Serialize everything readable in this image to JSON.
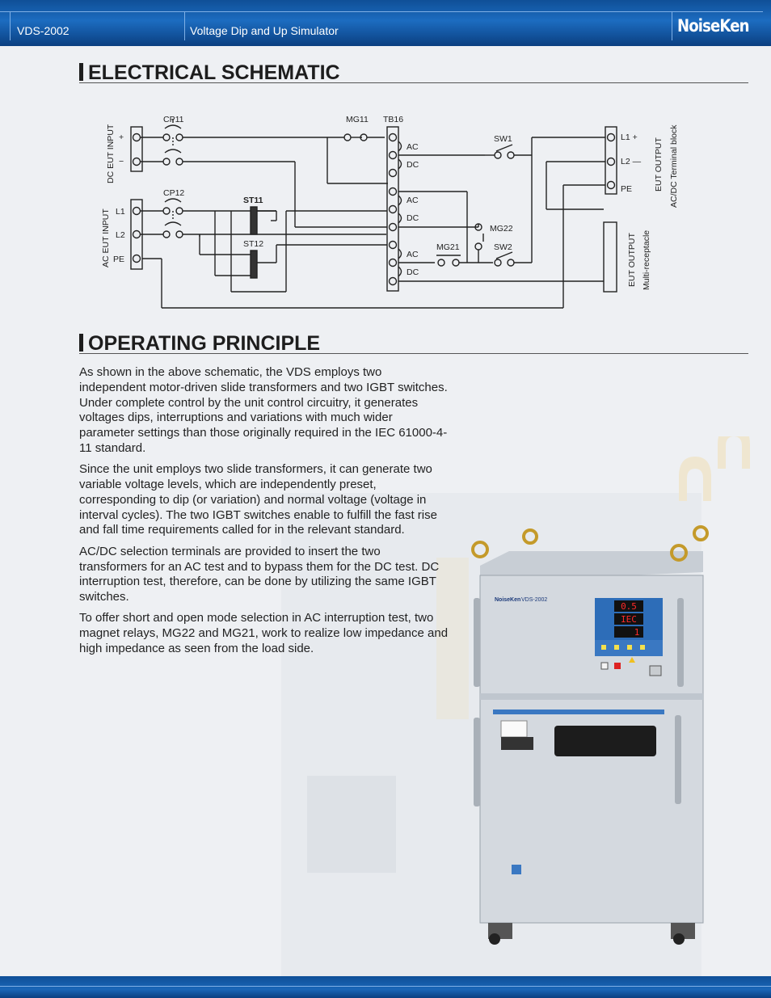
{
  "header": {
    "model": "VDS-2002",
    "product": "Voltage Dip and Up Simulator",
    "logo": "NoiseKen"
  },
  "sections": {
    "schematic_title": "ELECTRICAL SCHEMATIC",
    "principle_title": "OPERATING PRINCIPLE"
  },
  "schematic": {
    "dc_input": "DC EUT INPUT",
    "ac_input": "AC EUT INPUT",
    "plus": "+",
    "minus": "−",
    "l1": "L1",
    "l2": "L2",
    "pe": "PE",
    "cp11": "CP11",
    "cp12": "CP12",
    "mg11": "MG11",
    "tb16": "TB16",
    "st11": "ST11",
    "st12": "ST12",
    "sw1": "SW1",
    "sw2": "SW2",
    "mg21": "MG21",
    "mg22": "MG22",
    "ac": "AC",
    "dc": "DC",
    "out_l1": "L1 +",
    "out_l2": "L2 —",
    "out_pe": "PE",
    "eut_output": "EUT OUTPUT",
    "terminal_block": "AC/DC Terminal block",
    "multi_receptacle": "Multi-receptacle"
  },
  "paragraphs": [
    "As shown in the above schematic, the VDS employs two independent motor-driven slide transformers and two IGBT switches. Under complete control by the unit control circuitry, it generates voltages dips, interruptions and variations with much wider parameter settings than those originally required in the IEC 61000-4-11 standard.",
    "Since the unit employs two slide transformers, it can generate two variable voltage levels, which are independently preset, corresponding to dip (or variation) and normal voltage (voltage in interval cycles). The two IGBT switches enable to fulfill the fast rise and fall time requirements called for in the relevant standard.",
    "AC/DC selection terminals are provided to insert the two transformers for an AC test and to bypass them for the DC test. DC interruption test, therefore, can be done by utilizing the same IGBT switches.",
    "To offer short and open mode selection in AC interruption test, two magnet relays, MG22 and MG21, work to realize low impedance and high impedance as seen from the load side."
  ],
  "photo": {
    "device_brand": "NoiseKen",
    "device_model": "VDS-2002",
    "display_top": "0.5",
    "display_mid": "IEC",
    "display_bottom": "1"
  },
  "colors": {
    "header_blue": "#1c6cc0",
    "cabinet": "#d4d9df"
  }
}
